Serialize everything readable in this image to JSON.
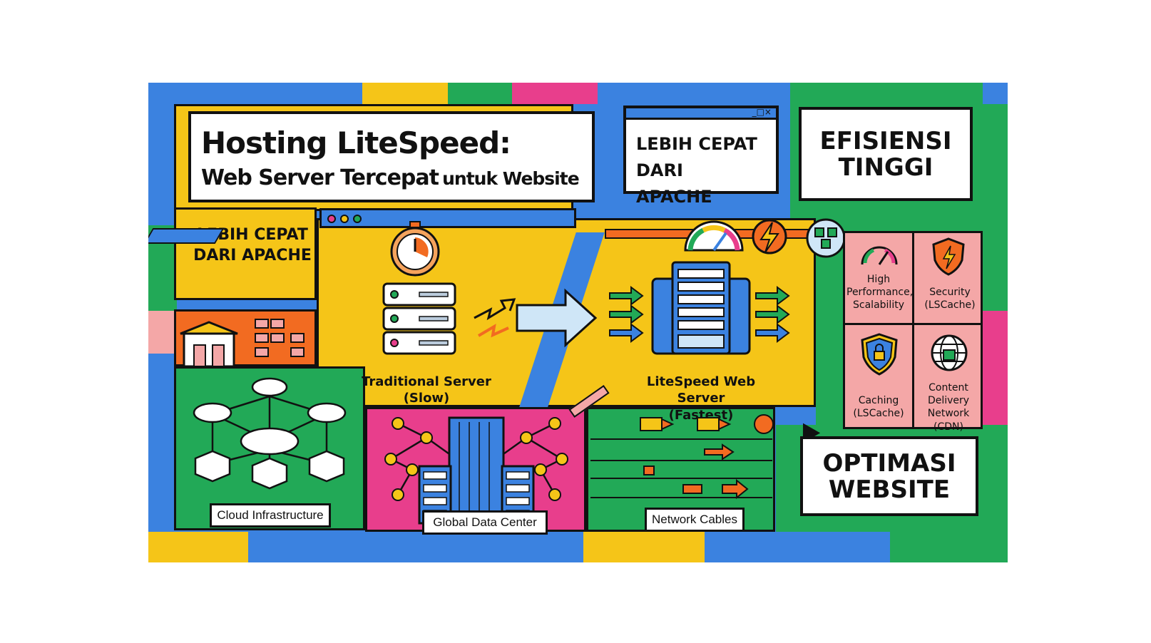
{
  "title": {
    "line1": "Hosting LiteSpeed:",
    "line2a": "Web Server Tercepat",
    "line2b": "untuk Website"
  },
  "badges": {
    "faster_window": "LEBIH CEPAT DARI APACHE",
    "efficiency": "EFISIENSI TINGGI",
    "faster_left": "LEBIH CEPAT DARI APACHE",
    "optimize": "OPTIMASI WEBSITE"
  },
  "comparison": {
    "traditional_label": "Traditional Server",
    "traditional_sub": "(Slow)",
    "litespeed_label": "LiteSpeed Web Server",
    "litespeed_sub": "(Fastest)"
  },
  "features": [
    {
      "label": "High Performance, Scalability",
      "icon": "gauge-icon"
    },
    {
      "label": "Security (LSCache)",
      "icon": "shield-bolt-icon"
    },
    {
      "label": "Caching (LSCache)",
      "icon": "shield-lock-icon"
    },
    {
      "label": "Content Delivery Network (CDN)",
      "icon": "globe-network-icon"
    }
  ],
  "bottom_labels": {
    "cloud": "Cloud Infrastructure",
    "datacenter": "Global Data Center",
    "cables": "Network Cables"
  },
  "window_controls": "_□×",
  "colors": {
    "blue": "#3b82e0",
    "yellow": "#f5c518",
    "green": "#22a957",
    "pink": "#e83e8c",
    "orange": "#f26b21",
    "salmon": "#f4a7a7",
    "white": "#ffffff",
    "ink": "#111111"
  }
}
